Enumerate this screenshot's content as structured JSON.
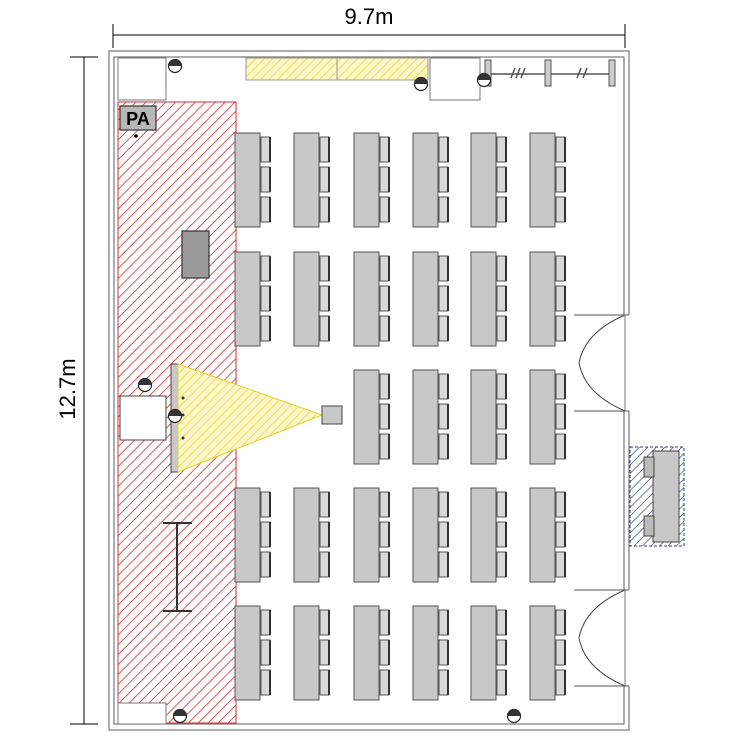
{
  "dimensions": {
    "width_label": "9.7m",
    "height_label": "12.7m"
  },
  "labels": {
    "pa": "PA"
  },
  "layout_info": {
    "table_rows": 5,
    "table_columns": 6,
    "middle_row_tables": 4,
    "seats_per_table": 3,
    "entrance_doors": 2
  },
  "colors": {
    "wall": "#777777",
    "table_fill": "#c8c8c8",
    "table_stroke": "#555555",
    "stage_hatch": "#d03030",
    "projection_hatch": "#e6d200",
    "projection_fill": "#fff7b0",
    "reception_hatch": "#2c3a8c",
    "speaker_fill": "#333333"
  }
}
